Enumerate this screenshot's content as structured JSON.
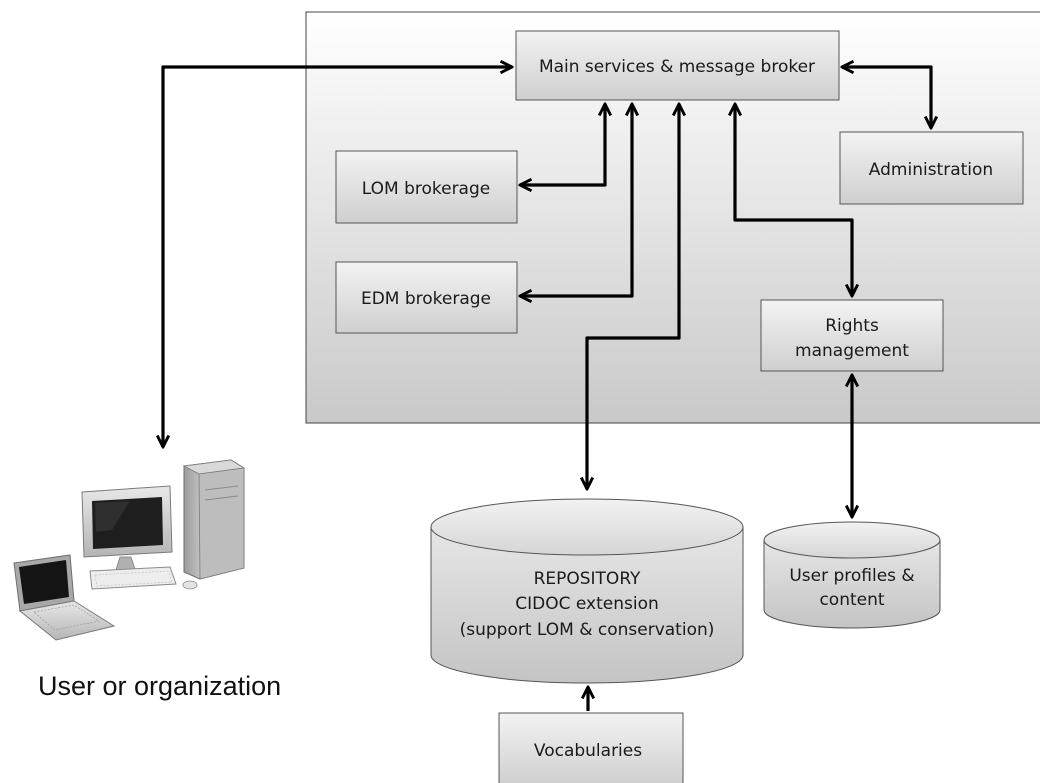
{
  "nodes": {
    "main_broker": "Main services & message broker",
    "administration": "Administration",
    "lom": "LOM brokerage",
    "edm": "EDM brokerage",
    "rights_1": "Rights",
    "rights_2": "management",
    "repo_1": "REPOSITORY",
    "repo_2": "CIDOC extension",
    "repo_3": "(support LOM & conservation)",
    "profiles_1": "User profiles &",
    "profiles_2": "content",
    "vocabularies": "Vocabularies",
    "user": "User or organization"
  },
  "icons": {
    "computers": "desktop-and-laptop-computers-icon"
  }
}
